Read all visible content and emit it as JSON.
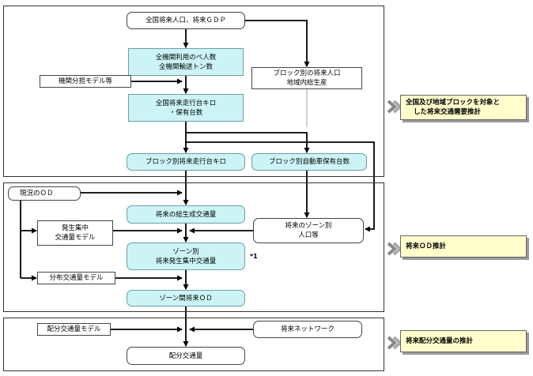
{
  "sections": {
    "top": {
      "national_pop_gdp": "全国将来人口、将来ＧＤＰ",
      "mode_users_line1": "全機関利用のべ人数",
      "mode_users_line2": "全機関輸送トン数",
      "modal_split_model": "機関分担モデル等",
      "block_pop_line1": "ブロック別の将来人口",
      "block_pop_line2": "地域内総生産",
      "vehicle_km_line1": "全国将来走行台キロ",
      "vehicle_km_line2": "・保有台数",
      "block_vehicle_km": "ブロック別将来走行台キロ",
      "block_car_ownership": "ブロック別自動車保有台数"
    },
    "middle": {
      "current_od": "現況のＯＤ",
      "total_generated": "将来の総生成交通量",
      "gen_model_line1": "発生集中",
      "gen_model_line2": "交通量モデル",
      "zone_pop_line1": "将来のゾーン別",
      "zone_pop_line2": "人口等",
      "zone_gen_line1": "ゾーン別",
      "zone_gen_line2": "将来発生集中交通量",
      "note_mark": "*1",
      "distribution_model": "分布交通量モデル",
      "zone_od": "ゾーン間将来ＯＤ"
    },
    "bottom": {
      "assignment_model": "配分交通量モデル",
      "network": "将来ネットワーク",
      "assigned_volume": "配分交通量"
    }
  },
  "side_labels": {
    "top_line1": "全国及び地域ブロックを対象と",
    "top_line2": "した将来交通需要推計",
    "middle": "将来ＯＤ推計",
    "bottom": "将来配分交通量の推計"
  },
  "colors": {
    "cyan_box": "#ccf4f6",
    "side_label": "#ffffcc"
  }
}
